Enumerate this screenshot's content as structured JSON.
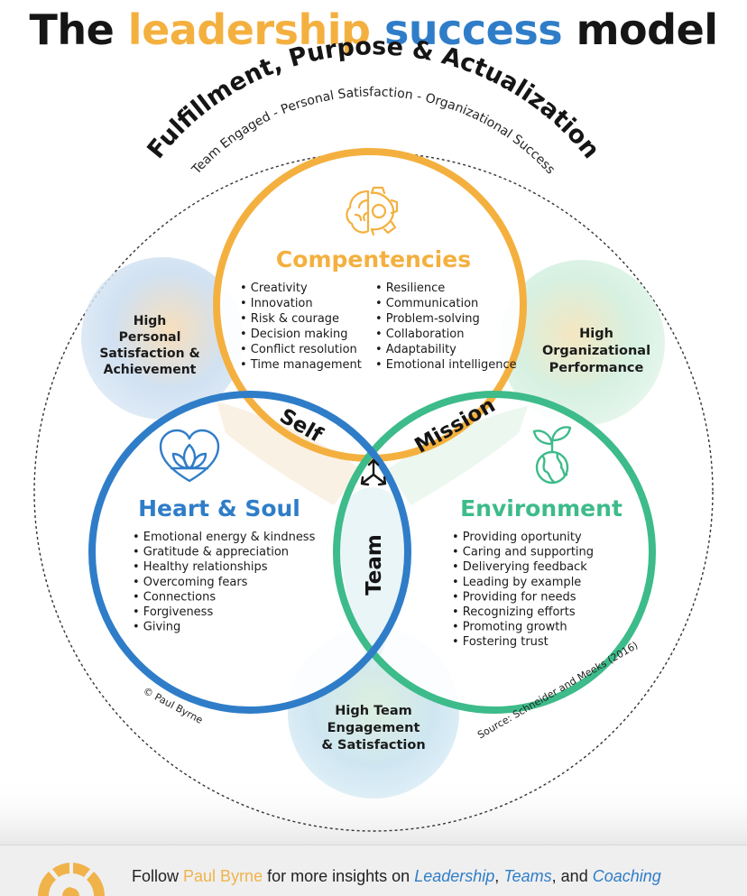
{
  "header": {
    "title_part1": "The",
    "title_part2": "leadership",
    "title_part3": "success",
    "title_part4": "model"
  },
  "arc": {
    "main": "Fulfillment, Purpose & Actualization",
    "sub": "Team Engaged - Personal Satisfaction - Organizational Success"
  },
  "competencies": {
    "title": "Compentencies",
    "left_items": [
      "Creativity",
      "Innovation",
      "Risk & courage",
      "Decision making",
      "Conflict resolution",
      "Time management"
    ],
    "right_items": [
      "Resilience",
      "Communication",
      "Problem-solving",
      "Collaboration",
      "Adaptability",
      "Emotional intelligence"
    ]
  },
  "heart": {
    "title": "Heart & Soul",
    "items": [
      "Emotional energy & kindness",
      "Gratitude & appreciation",
      "Healthy relationships",
      "Overcoming fears",
      "Connections",
      "Forgiveness",
      "Giving"
    ]
  },
  "environment": {
    "title": "Environment",
    "items": [
      "Providing oportunity",
      "Caring and supporting",
      "Deliverying feedback",
      "Leading by example",
      "Providing for needs",
      "Recognizing efforts",
      "Promoting growth",
      "Fostering trust"
    ]
  },
  "overlaps": {
    "self": "Self",
    "mission": "Mission",
    "team": "Team"
  },
  "outcomes": {
    "personal": [
      "High",
      "Personal",
      "Satisfaction &",
      "Achievement"
    ],
    "organizational": [
      "High",
      "Organizational",
      "Performance"
    ],
    "team": [
      "High Team",
      "Engagement",
      "& Satisfaction"
    ]
  },
  "credits": {
    "copyright": "© Paul Byrne",
    "source": "Source: Schneider and Meeks (2016)"
  },
  "footer": {
    "prefix": "Follow",
    "name": "Paul Byrne",
    "middle": "for more insights on",
    "topic1": "Leadership",
    "sep1": ",",
    "topic2": "Teams",
    "sep2": ", and",
    "topic3": "Coaching"
  },
  "colors": {
    "orange": "#f4b03f",
    "blue": "#2f7dc8",
    "green": "#3dbb8a",
    "dark": "#151515"
  }
}
